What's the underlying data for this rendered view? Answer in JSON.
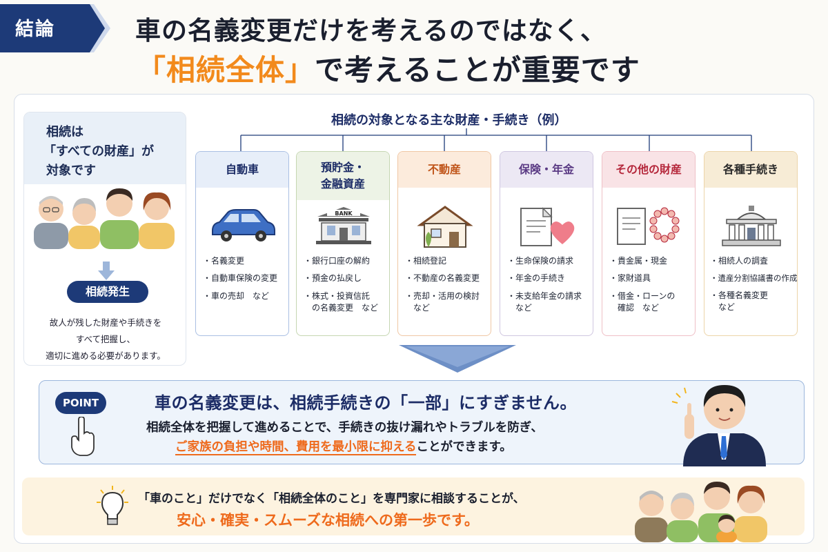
{
  "header": {
    "tag": "結論",
    "headline_line1": "車の名義変更だけを考えるのではなく、",
    "headline_line2_open": "「",
    "headline_line2_highlight": "相続全体",
    "headline_line2_close": "」",
    "headline_line2_rest": "で考えることが重要です"
  },
  "left_card": {
    "title_lines": [
      "相続は",
      "「すべての財産」が",
      "対象です"
    ],
    "event_label": "相続発生",
    "desc_lines": [
      "故人が残した財産や手続きを",
      "すべて把握し、",
      "適切に進める必要があります。"
    ]
  },
  "categories_title": "相続の対象となる主な財産・手続き（例）",
  "categories": [
    {
      "name": "自動車",
      "color": "#1c2c66",
      "head_bg": "#e7eef9",
      "border": "#a9bfe3",
      "items": [
        "・名義変更",
        "・自動車保険の変更",
        "・車の売却　など"
      ]
    },
    {
      "name_line1": "預貯金・",
      "name_line2": "金融資産",
      "color": "#1c2c66",
      "head_bg": "#edf3e6",
      "border": "#c5d6b1",
      "items": [
        "・銀行口座の解約",
        "・預金の払戻し",
        "・株式・投資信託",
        "　の名義変更　など"
      ]
    },
    {
      "name": "不動産",
      "color": "#c0551a",
      "head_bg": "#fcebdc",
      "border": "#f0c7a4",
      "items": [
        "・相続登記",
        "・不動産の名義変更",
        "・売却・活用の検討",
        "　など"
      ]
    },
    {
      "name": "保険・年金",
      "color": "#5a3a84",
      "head_bg": "#ece8f4",
      "border": "#cfc6e0",
      "items": [
        "・生命保険の請求",
        "・年金の手続き",
        "・未支給年金の請求",
        "　など"
      ]
    },
    {
      "name": "その他の財産",
      "color": "#b5283c",
      "head_bg": "#f9e3e6",
      "border": "#efbfc6",
      "items": [
        "・貴金属・現金",
        "・家財道具",
        "・借金・ローンの",
        "　確認　など"
      ]
    },
    {
      "name": "各種手続き",
      "color": "#2a2a2a",
      "head_bg": "#f7ecd6",
      "border": "#ecd4a8",
      "items": [
        "・相続人の調査",
        "・遺産分割協議書の作成",
        "・各種名義変更",
        "　など"
      ]
    }
  ],
  "point": {
    "badge": "POINT",
    "title": "車の名義変更は、相続手続きの「一部」にすぎません。",
    "line1": "相続全体を把握して進めることで、手続きの抜け漏れやトラブルを防ぎ、",
    "line2_highlight": "ご家族の負担や時間、費用を最小限に抑える",
    "line2_rest": "ことができます。"
  },
  "bottom": {
    "line1": "「車のこと」だけでなく「相続全体のこと」を専門家に相談することが、",
    "line2": "安心・確実・スムーズな相続への第一歩です。"
  },
  "icons": {
    "hand": "pointing-hand-icon",
    "bulb": "light-bulb-icon",
    "car": "car-icon",
    "bank": "bank-icon",
    "house": "house-icon",
    "document_heart": "document-heart-icon",
    "document_pearls": "document-pearls-icon",
    "building": "government-building-icon"
  },
  "colors": {
    "navy": "#1d3a78",
    "orange": "#f28a1c",
    "accent_orange": "#ee6a1c"
  }
}
